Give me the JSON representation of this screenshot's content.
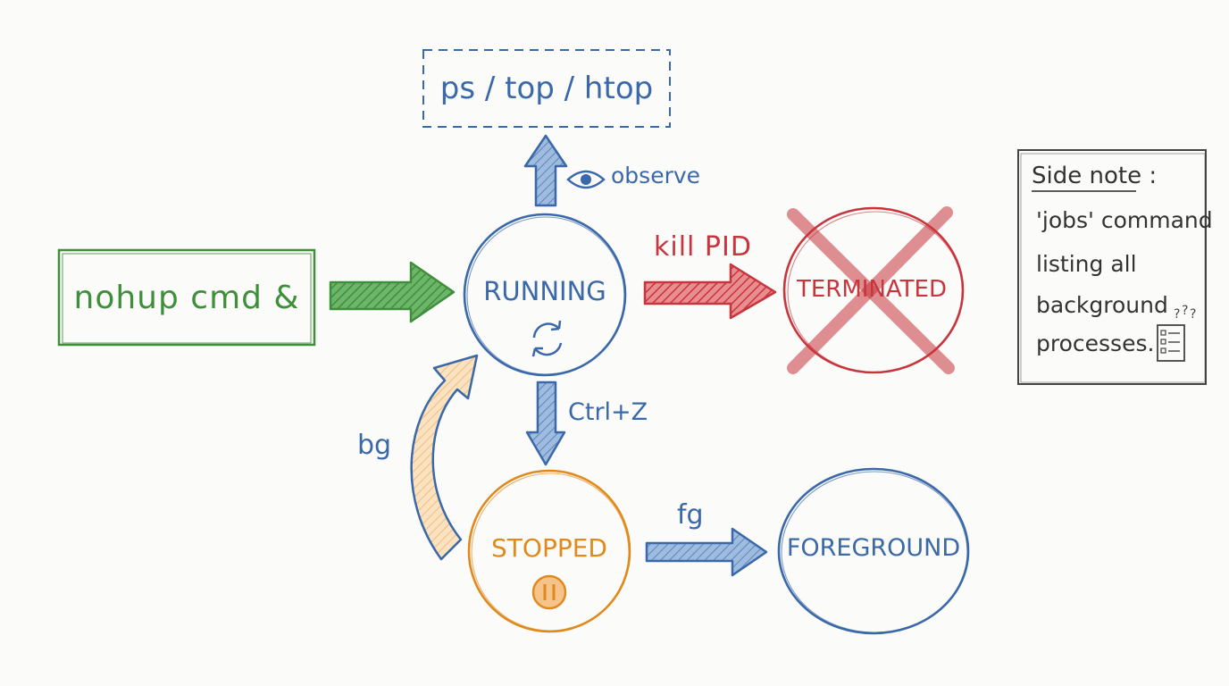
{
  "diagram": {
    "start_box": {
      "label": "nohup cmd &"
    },
    "monitor_box": {
      "label": "ps / top / htop"
    },
    "states": {
      "running": "RUNNING",
      "terminated": "TERMINATED",
      "stopped": "STOPPED",
      "foreground": "FOREGROUND"
    },
    "transitions": {
      "observe": "observe",
      "kill": "kill PID",
      "suspend": "Ctrl+Z",
      "background": "bg",
      "foreground": "fg"
    },
    "side_note": {
      "title": "Side note :",
      "lines": [
        "'jobs' command",
        "listing all",
        "background",
        "processes."
      ]
    },
    "colors": {
      "blue": "#3a68a8",
      "green": "#3f8f3a",
      "red": "#c8353c",
      "orange": "#e08a1e",
      "note_border": "#444444"
    }
  }
}
